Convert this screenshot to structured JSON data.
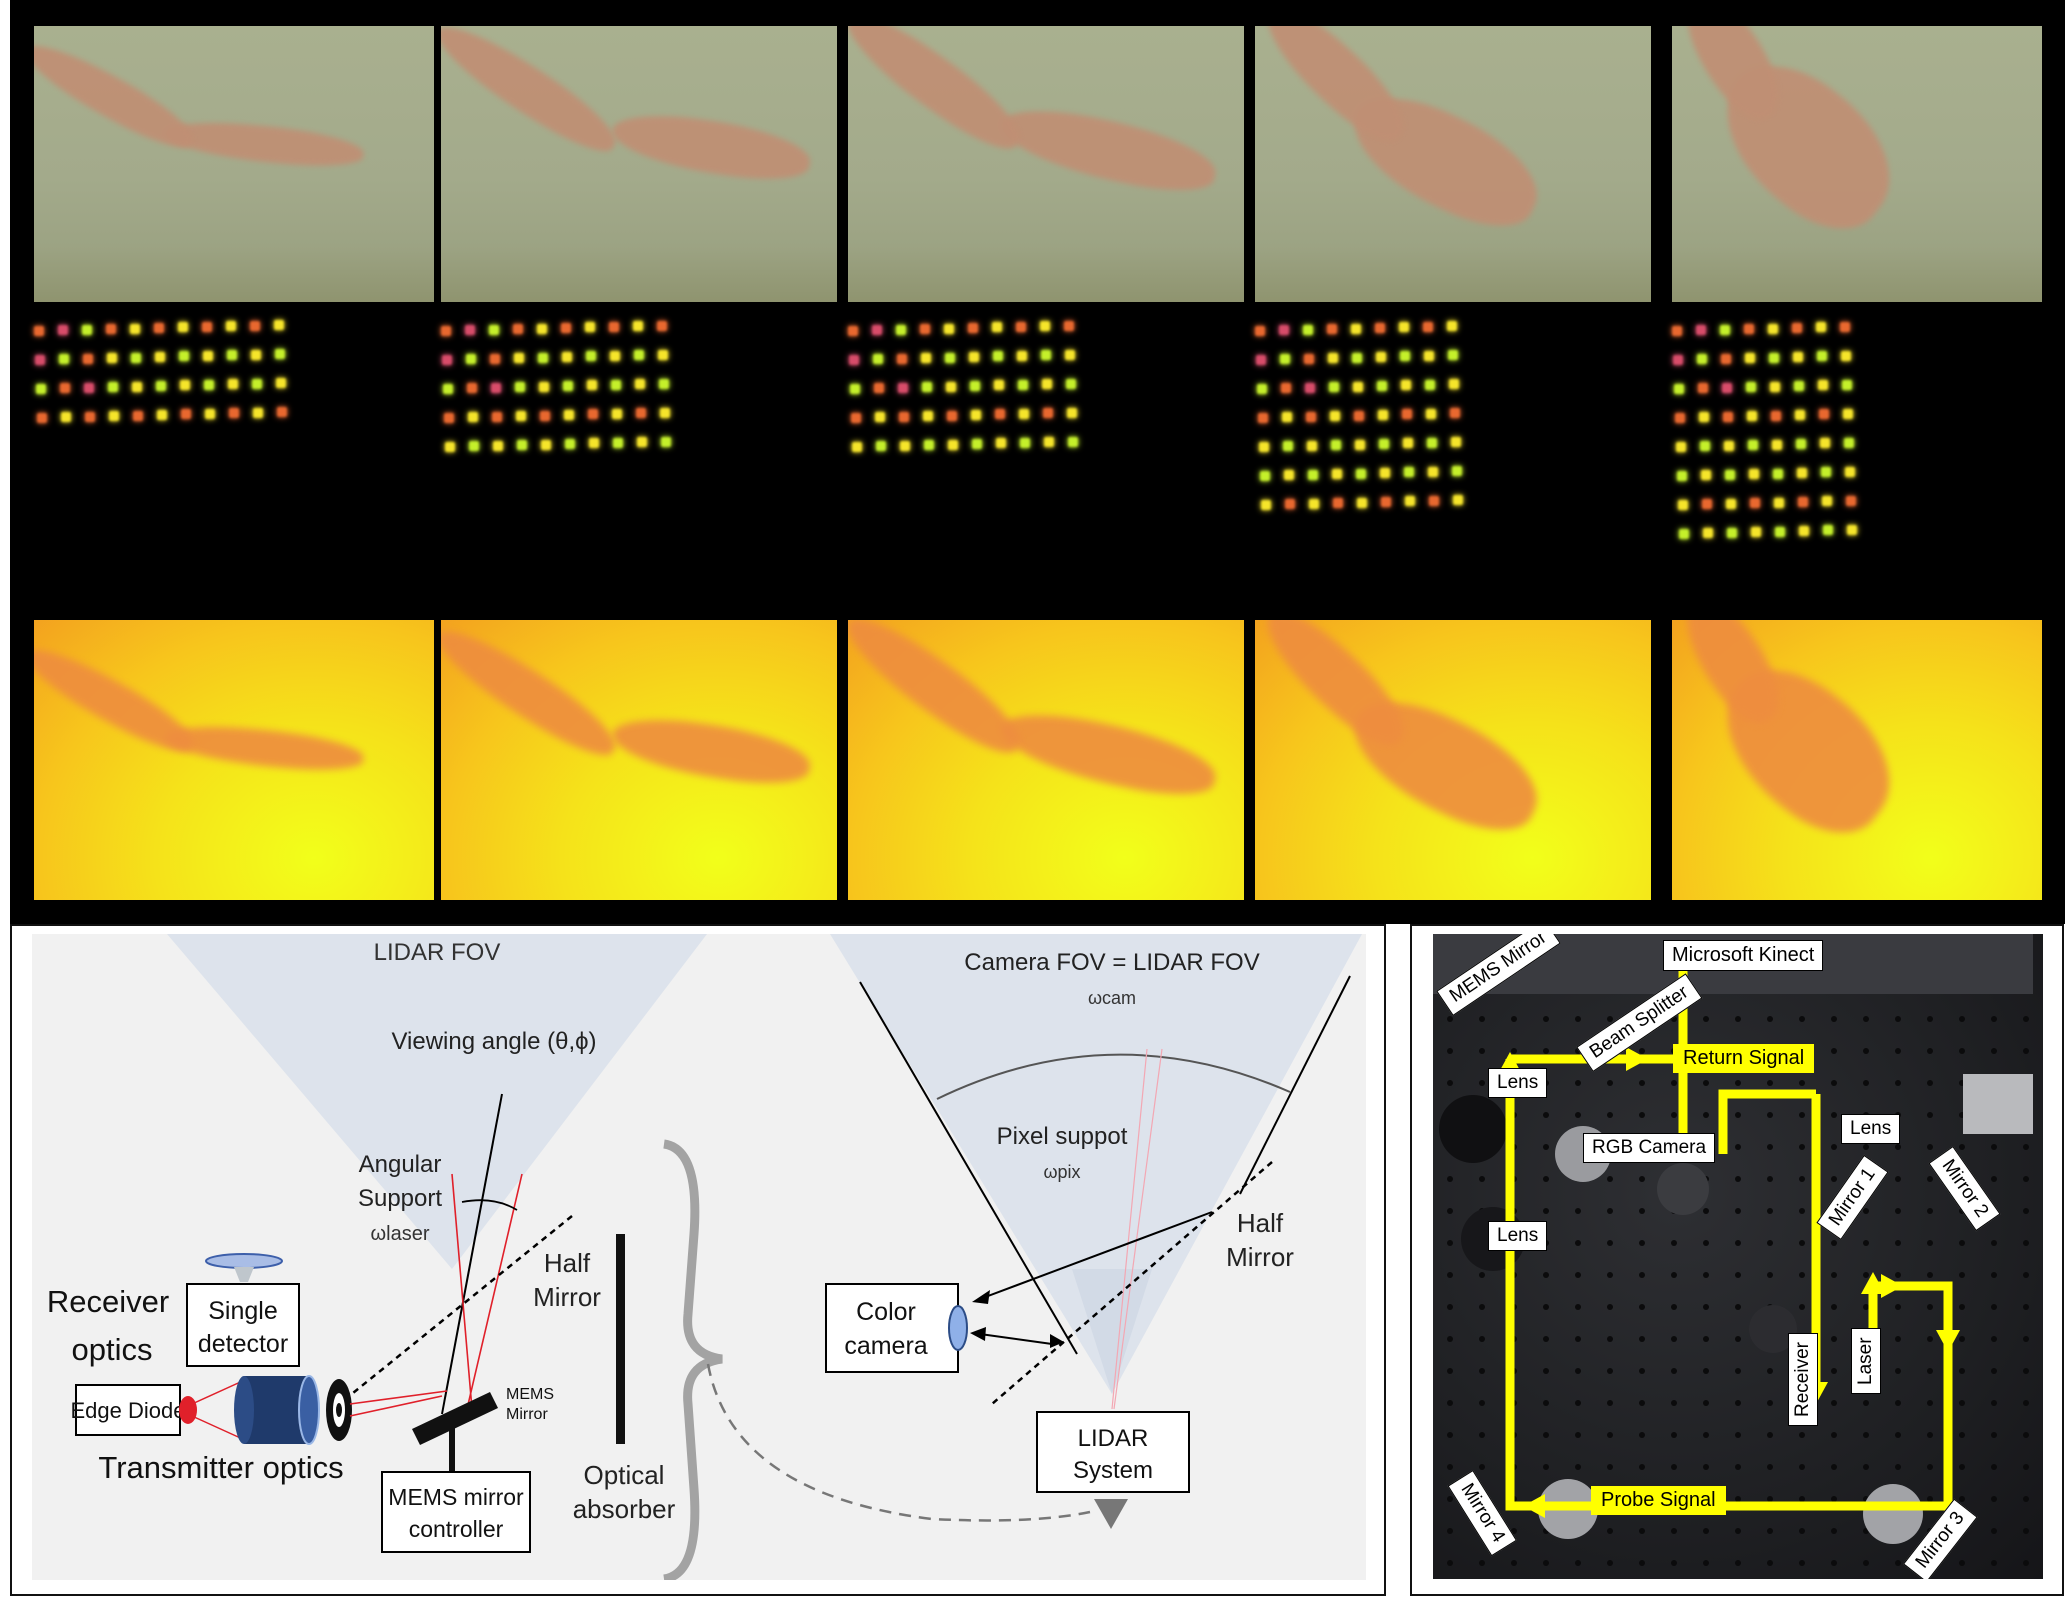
{
  "lidar_diagram": {
    "lidar_fov": "LIDAR FOV",
    "viewing_angle": "Viewing angle (θ,ϕ)",
    "angular_support_1": "Angular",
    "angular_support_2": "Support",
    "omega_laser": "ωlaser",
    "half_mirror_left_1": "Half",
    "half_mirror_left_2": "Mirror",
    "receiver_optics_1": "Receiver",
    "receiver_optics_2": "optics",
    "single_detector_1": "Single",
    "single_detector_2": "detector",
    "edge_diode": "Edge Diode",
    "transmitter_optics": "Transmitter optics",
    "mems_mirror_1": "MEMS",
    "mems_mirror_2": "Mirror",
    "mems_controller_1": "MEMS mirror",
    "mems_controller_2": "controller",
    "optical_absorber_1": "Optical",
    "optical_absorber_2": "absorber",
    "camera_fov": "Camera FOV = LIDAR FOV",
    "omega_cam": "ωcam",
    "pixel_support": "Pixel suppot",
    "omega_pix": "ωpix",
    "half_mirror_right_1": "Half",
    "half_mirror_right_2": "Mirror",
    "color_camera_1": "Color",
    "color_camera_2": "camera",
    "lidar_system_1": "LIDAR",
    "lidar_system_2": "System"
  },
  "setup_photo": {
    "microsoft_kinect": "Microsoft Kinect",
    "mems_mirror": "MEMS Mirror",
    "beam_splitter": "Beam Splitter",
    "return_signal": "Return Signal",
    "lens_1": "Lens",
    "lens_2": "Lens",
    "lens_3": "Lens",
    "rgb_camera": "RGB Camera",
    "mirror_1": "Mirror 1",
    "mirror_2": "Mirror 2",
    "mirror_3": "Mirror 3",
    "mirror_4": "Mirror 4",
    "receiver": "Receiver",
    "laser": "Laser",
    "probe_signal": "Probe Signal"
  },
  "colors": {
    "beam_yellow": "#ffff00",
    "laser_red": "#e0202a",
    "fov_blue": "#dde3ec"
  }
}
